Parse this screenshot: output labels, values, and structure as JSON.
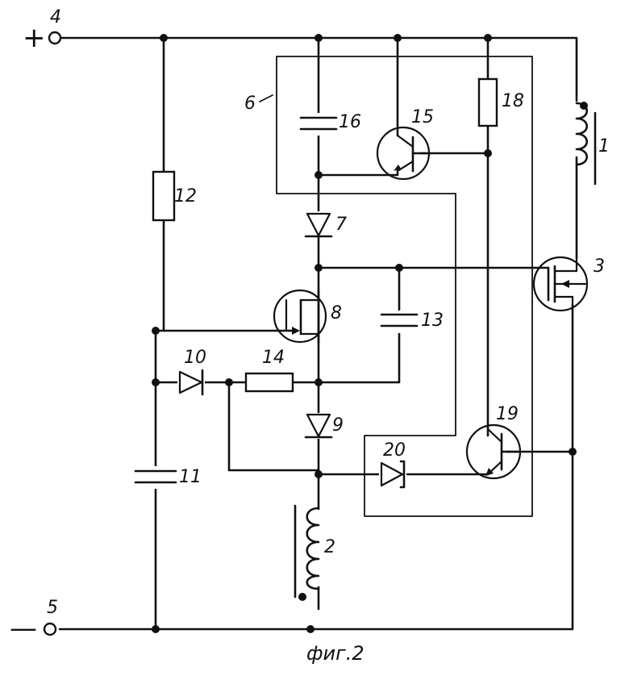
{
  "terminals": {
    "positive": {
      "number": "4",
      "sign": "+"
    },
    "negative": {
      "number": "5",
      "sign": "—"
    }
  },
  "components": {
    "coil_1": "1",
    "coil_2": "2",
    "mosfet_3": "3",
    "block_6": "6",
    "diode_7": "7",
    "transistor_8": "8",
    "diode_9": "9",
    "diode_10": "10",
    "capacitor_11": "11",
    "resistor_12": "12",
    "capacitor_13": "13",
    "resistor_14": "14",
    "transistor_15": "15",
    "capacitor_16": "16",
    "resistor_18": "18",
    "transistor_19": "19",
    "diode_20": "20"
  },
  "caption": "фиг.2"
}
